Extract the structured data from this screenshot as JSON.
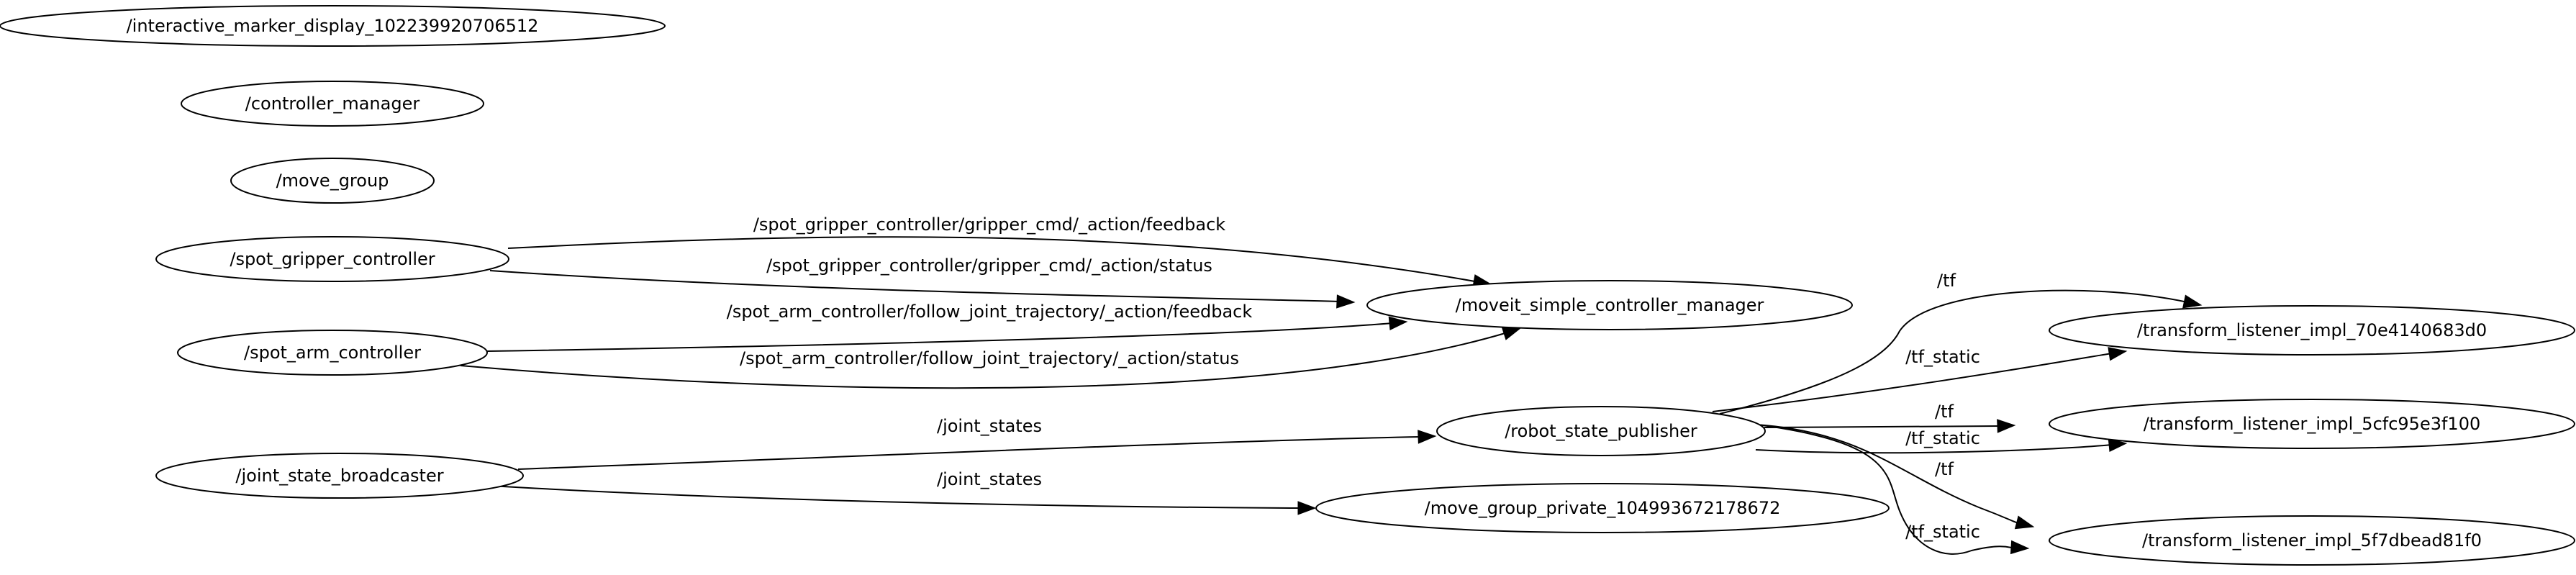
{
  "graph": {
    "nodes": [
      {
        "id": "interactive_marker_display",
        "label": "/interactive_marker_display_102239920706512"
      },
      {
        "id": "controller_manager",
        "label": "/controller_manager"
      },
      {
        "id": "move_group",
        "label": "/move_group"
      },
      {
        "id": "spot_gripper_controller",
        "label": "/spot_gripper_controller"
      },
      {
        "id": "spot_arm_controller",
        "label": "/spot_arm_controller"
      },
      {
        "id": "joint_state_broadcaster",
        "label": "/joint_state_broadcaster"
      },
      {
        "id": "moveit_simple_controller_manager",
        "label": "/moveit_simple_controller_manager"
      },
      {
        "id": "robot_state_publisher",
        "label": "/robot_state_publisher"
      },
      {
        "id": "move_group_private",
        "label": "/move_group_private_104993672178672"
      },
      {
        "id": "tf_listener_70e",
        "label": "/transform_listener_impl_70e4140683d0"
      },
      {
        "id": "tf_listener_5cf",
        "label": "/transform_listener_impl_5cfc95e3f100"
      },
      {
        "id": "tf_listener_5f7",
        "label": "/transform_listener_impl_5f7dbead81f0"
      }
    ],
    "edges": [
      {
        "id": "e1",
        "from": "spot_gripper_controller",
        "to": "moveit_simple_controller_manager",
        "label": "/spot_gripper_controller/gripper_cmd/_action/feedback"
      },
      {
        "id": "e2",
        "from": "spot_gripper_controller",
        "to": "moveit_simple_controller_manager",
        "label": "/spot_gripper_controller/gripper_cmd/_action/status"
      },
      {
        "id": "e3",
        "from": "spot_arm_controller",
        "to": "moveit_simple_controller_manager",
        "label": "/spot_arm_controller/follow_joint_trajectory/_action/feedback"
      },
      {
        "id": "e4",
        "from": "spot_arm_controller",
        "to": "moveit_simple_controller_manager",
        "label": "/spot_arm_controller/follow_joint_trajectory/_action/status"
      },
      {
        "id": "e5",
        "from": "joint_state_broadcaster",
        "to": "robot_state_publisher",
        "label": "/joint_states"
      },
      {
        "id": "e6",
        "from": "joint_state_broadcaster",
        "to": "move_group_private",
        "label": "/joint_states"
      },
      {
        "id": "e7",
        "from": "robot_state_publisher",
        "to": "tf_listener_70e",
        "label": "/tf"
      },
      {
        "id": "e8",
        "from": "robot_state_publisher",
        "to": "tf_listener_70e",
        "label": "/tf_static"
      },
      {
        "id": "e9",
        "from": "robot_state_publisher",
        "to": "tf_listener_5cf",
        "label": "/tf"
      },
      {
        "id": "e10",
        "from": "robot_state_publisher",
        "to": "tf_listener_5cf",
        "label": "/tf_static"
      },
      {
        "id": "e11",
        "from": "robot_state_publisher",
        "to": "tf_listener_5f7",
        "label": "/tf"
      },
      {
        "id": "e12",
        "from": "robot_state_publisher",
        "to": "tf_listener_5f7",
        "label": "/tf_static"
      }
    ]
  }
}
